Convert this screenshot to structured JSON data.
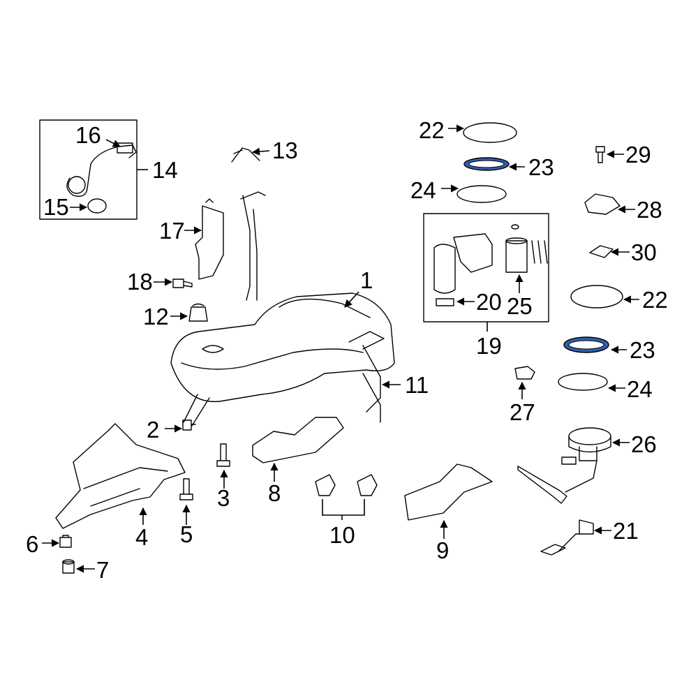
{
  "diagram": {
    "highlight_color": "#2f5fb0",
    "callouts": {
      "c1": "1",
      "c2": "2",
      "c3": "3",
      "c4": "4",
      "c5": "5",
      "c6": "6",
      "c7": "7",
      "c8": "8",
      "c9": "9",
      "c10": "10",
      "c11": "11",
      "c12": "12",
      "c13": "13",
      "c14": "14",
      "c15": "15",
      "c16": "16",
      "c17": "17",
      "c18": "18",
      "c19": "19",
      "c20": "20",
      "c21": "21",
      "c22a": "22",
      "c22b": "22",
      "c23a": "23",
      "c23b": "23",
      "c24a": "24",
      "c24b": "24",
      "c25": "25",
      "c26": "26",
      "c27": "27",
      "c28": "28",
      "c29": "29",
      "c30": "30"
    }
  }
}
